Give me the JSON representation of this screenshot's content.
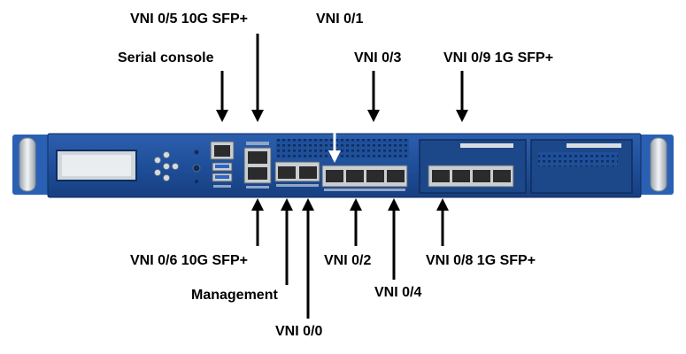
{
  "labels": {
    "vni_0_5": "VNI 0/5 10G SFP+",
    "serial_console": "Serial console",
    "vni_0_1": "VNI 0/1",
    "vni_0_3": "VNI 0/3",
    "vni_0_9": "VNI 0/9 1G SFP+",
    "vni_0_6": "VNI 0/6 10G SFP+",
    "management": "Management",
    "vni_0_0": "VNI 0/0",
    "vni_0_2": "VNI 0/2",
    "vni_0_4": "VNI 0/4",
    "vni_0_8": "VNI 0/8 1G SFP+"
  },
  "colors": {
    "chassis": "#1f4f9a",
    "chassis_dark": "#163c78",
    "ear": "#2a60b4",
    "handle": "#d9dde2",
    "port_metal": "#c9ced3",
    "port_hole": "#2b2b2b",
    "vent": "#0f2d5c",
    "arrow_black": "#000000",
    "arrow_white": "#ffffff"
  }
}
